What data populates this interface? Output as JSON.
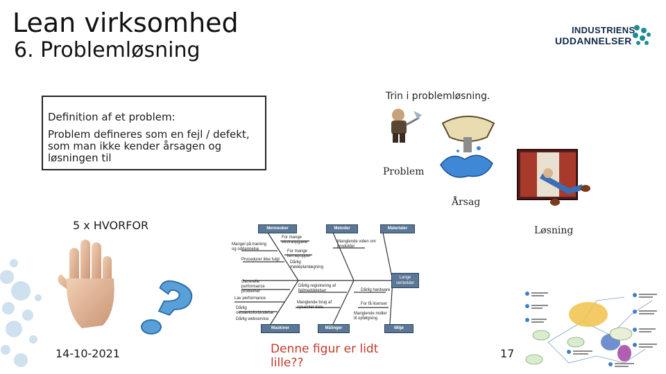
{
  "slide": {
    "title": "Lean virksomhed",
    "subtitle": "6. Problemløsning",
    "page_number": "17",
    "date": "14-10-2021"
  },
  "logo": {
    "line1": "INDUSTRIENS",
    "line2": "UDDANNELSER"
  },
  "definition": {
    "heading": "Definition af et problem:",
    "body": "Problem defineres som en fejl / defekt, som man ikke kender årsagen og løsningen til"
  },
  "steps": {
    "title": "Trin i problemløsning.",
    "problem": "Problem",
    "cause": "Årsag",
    "solution": "Løsning"
  },
  "five_why": {
    "label": "5 x HVORFOR"
  },
  "fishbone": {
    "top_headers": [
      "Mennesker",
      "Metoder",
      "Materialer"
    ],
    "bottom_headers": [
      "Maskiner",
      "Målinger",
      "Miljø"
    ],
    "head": "Lange ventetider",
    "causes": [
      "Mangel på træning og oddannelse",
      "Procedurer ikke fulgt",
      "For mange ekstraopgaver",
      "For mange kernepopper",
      "Dårlig mødeplanlægning",
      "Manglende viden om produkter",
      "Generelle performance problemer",
      "Lav performance",
      "Dårlig netværksforbindelse",
      "Dårlig webservice",
      "Dårlig registrering af fejlmeddelelser",
      "Manglende brug af opsamlet data",
      "Dårlig hardware",
      "For få licenser",
      "Manglende midler til opfølgning"
    ]
  },
  "note": {
    "text": "Denne figur er lidt lille??"
  },
  "colors": {
    "note_red": "#c0392b",
    "logo_navy": "#0f2a4a",
    "logo_teal": "#1e8c96",
    "fish_header": "#5a7896",
    "splash_blue": "#3f88d6"
  }
}
